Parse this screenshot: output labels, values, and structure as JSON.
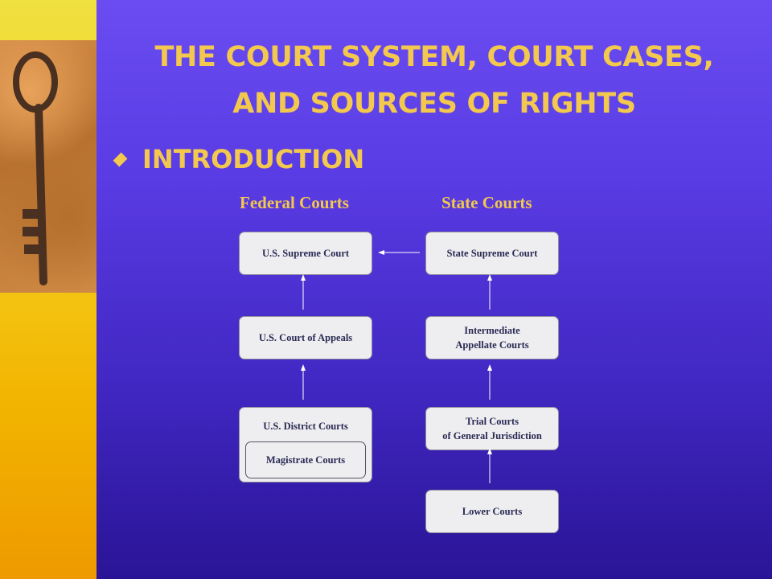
{
  "slide": {
    "title_line1": "THE COURT SYSTEM, COURT CASES,",
    "title_line2": "AND SOURCES OF RIGHTS",
    "bullet": "INTRODUCTION"
  },
  "diagram": {
    "federal_heading": "Federal Courts",
    "state_heading": "State Courts",
    "federal": {
      "supreme": "U.S. Supreme Court",
      "appeals": "U.S.  Court of Appeals",
      "district": "U.S. District Courts",
      "magistrate": "Magistrate Courts"
    },
    "state": {
      "supreme": "State Supreme Court",
      "intermediate": "Intermediate\nAppellate Courts",
      "trial": "Trial Courts\nof General Jurisdiction",
      "lower": "Lower Courts"
    }
  },
  "colors": {
    "title": "#f2c84e",
    "box_fill": "#eeeef0",
    "box_text": "#2a2a55",
    "background": "#5a3ce4",
    "arrow": "#ffffff"
  }
}
